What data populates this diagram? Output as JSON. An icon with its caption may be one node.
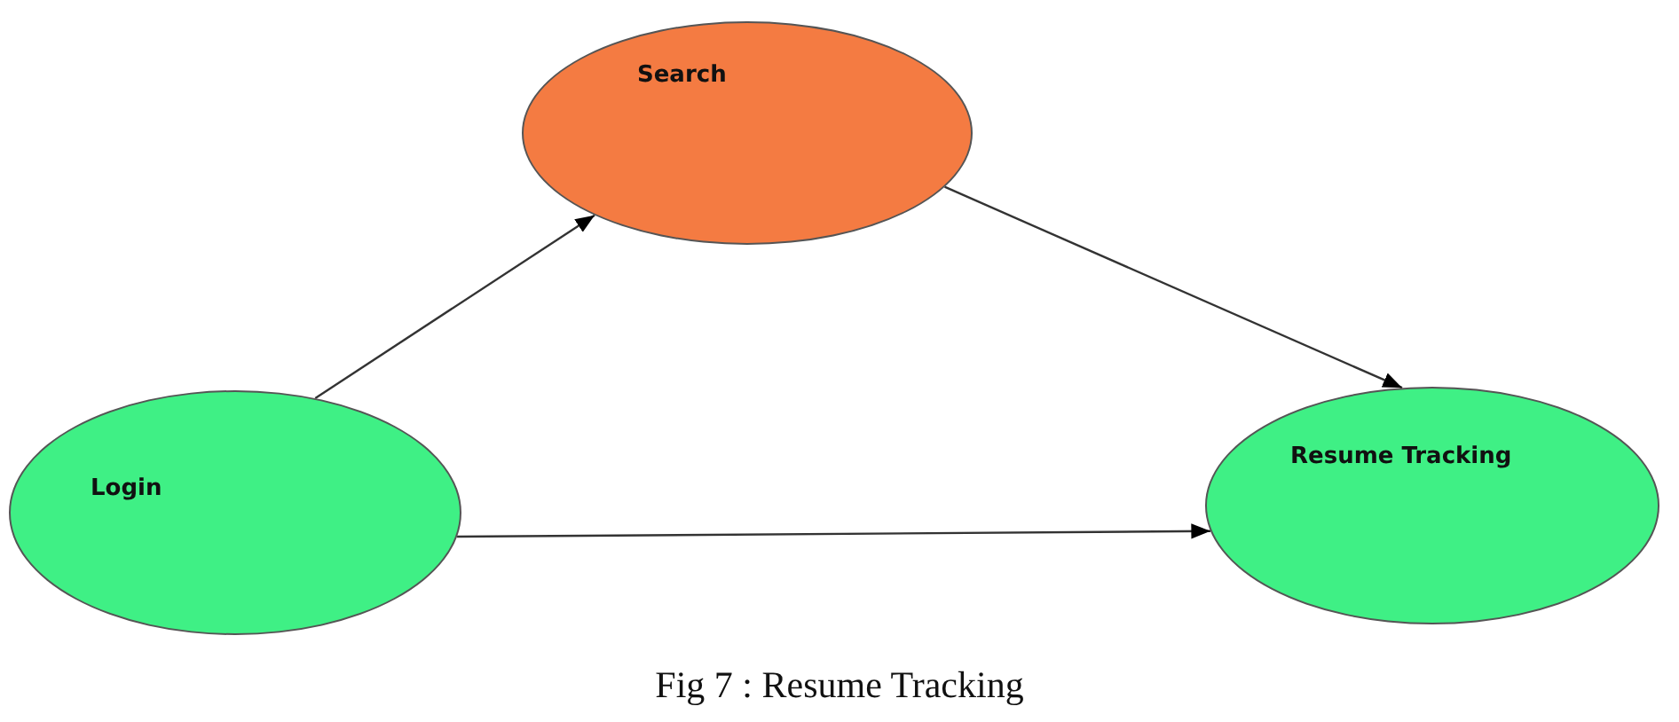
{
  "diagram": {
    "caption": "Fig 7 : Resume Tracking",
    "nodes": [
      {
        "text": [
          "Search"
        ]
      },
      {
        "text": [
          "Login"
        ]
      },
      {
        "text": [
          "Resume Tracking"
        ]
      }
    ],
    "edges": [
      {
        "from": 1,
        "to": 0,
        "arrow": "to"
      },
      {
        "from": 0,
        "to": 2,
        "arrow": "to"
      },
      {
        "from": 1,
        "to": 2,
        "arrow": "to"
      }
    ]
  }
}
